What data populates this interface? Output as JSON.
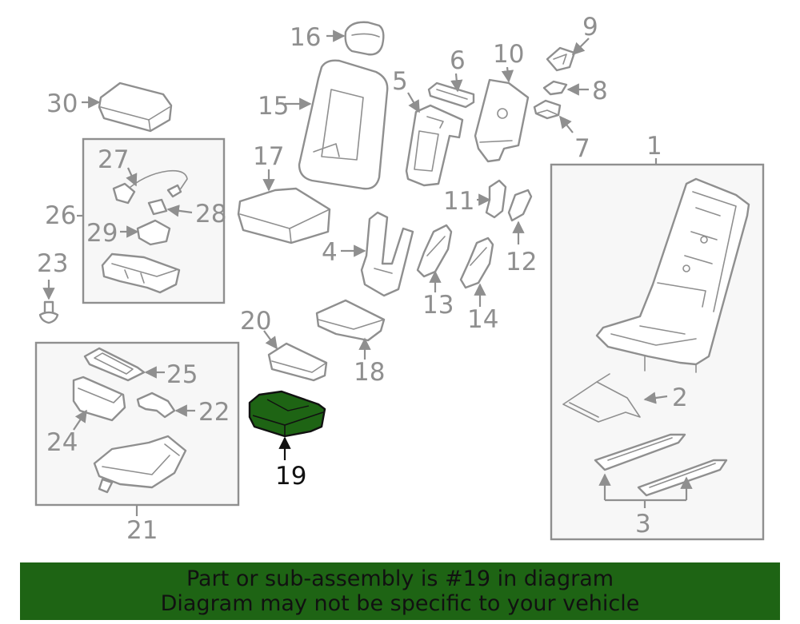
{
  "highlight_color": "#1e6414",
  "callouts": {
    "c1": "1",
    "c2": "2",
    "c3": "3",
    "c4": "4",
    "c5": "5",
    "c6": "6",
    "c7": "7",
    "c8": "8",
    "c9": "9",
    "c10": "10",
    "c11": "11",
    "c12": "12",
    "c13": "13",
    "c14": "14",
    "c15": "15",
    "c16": "16",
    "c17": "17",
    "c18": "18",
    "c19": "19",
    "c20": "20",
    "c21": "21",
    "c22": "22",
    "c23": "23",
    "c24": "24",
    "c25": "25",
    "c26": "26",
    "c27": "27",
    "c28": "28",
    "c29": "29",
    "c30": "30"
  },
  "banner": {
    "line1": "Part or sub-assembly is #19 in diagram",
    "line2": "Diagram may not be specific to your vehicle"
  }
}
